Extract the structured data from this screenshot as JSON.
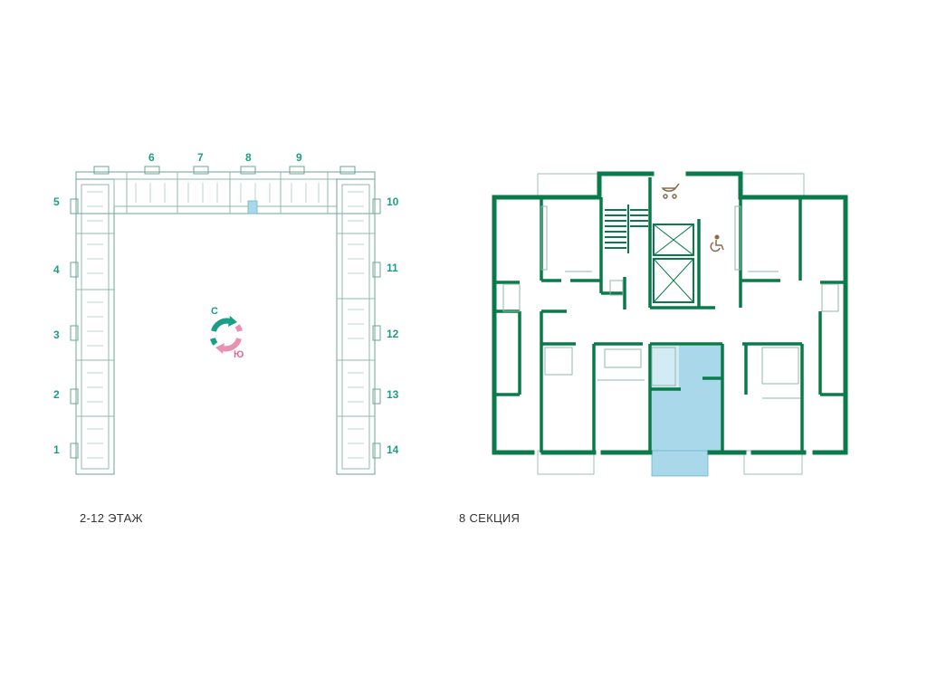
{
  "overview": {
    "caption": "2-12 ЭТАЖ",
    "sections": [
      {
        "label": "1",
        "selected": false
      },
      {
        "label": "2",
        "selected": false
      },
      {
        "label": "3",
        "selected": false
      },
      {
        "label": "4",
        "selected": false
      },
      {
        "label": "5",
        "selected": false
      },
      {
        "label": "6",
        "selected": false
      },
      {
        "label": "7",
        "selected": false
      },
      {
        "label": "8",
        "selected": true
      },
      {
        "label": "9",
        "selected": false
      },
      {
        "label": "10",
        "selected": false
      },
      {
        "label": "11",
        "selected": false
      },
      {
        "label": "12",
        "selected": false
      },
      {
        "label": "13",
        "selected": false
      },
      {
        "label": "14",
        "selected": false
      }
    ],
    "compass": {
      "north": "С",
      "south": "Ю"
    }
  },
  "section_plan": {
    "caption": "8 СЕКЦИЯ"
  },
  "colors": {
    "wall": "#0b7a4a",
    "label": "#1a9f86",
    "highlight": "#a8d8ea",
    "thin_line": "#8fb8a8",
    "compass_north": "#1a9f86",
    "compass_south": "#e891b3",
    "stroller": "#8a6a4a"
  },
  "icons": [
    "compass-icon",
    "stroller-icon",
    "wheelchair-icon",
    "elevator-icon",
    "stairs-icon"
  ]
}
